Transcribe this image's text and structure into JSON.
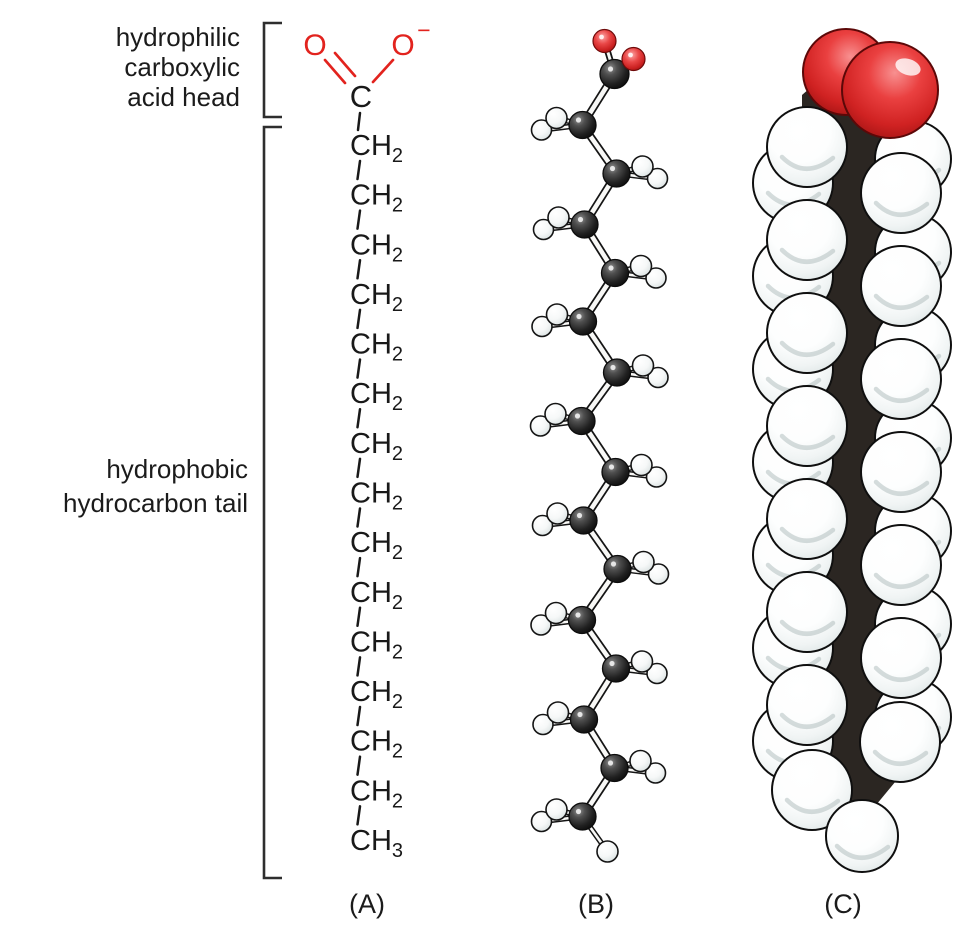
{
  "figure": {
    "head_label": [
      "hydrophilic",
      "carboxylic",
      "acid head"
    ],
    "tail_label": [
      "hydrophobic",
      "hydrocarbon tail"
    ],
    "panel_labels": [
      "(A)",
      "(B)",
      "(C)"
    ]
  },
  "formula": {
    "double_bond_oxygen": "O",
    "single_bond_oxygen": "O",
    "charge": "−",
    "carboxyl_carbon": "C",
    "methylene": "CH",
    "methylene_subscript": "2",
    "methylene_count": 14,
    "methyl": "CH",
    "methyl_subscript": "3"
  },
  "molecule": {
    "carbon_count": 16,
    "oxygen_count": 2
  },
  "colors": {
    "formula_red": "#e2231e",
    "text_black": "#191919",
    "oxygen_red": "#d02222",
    "hydrogen_white": "#ffffff",
    "carbon_black": "#2b2622",
    "bracket": "#2e2e2e"
  }
}
